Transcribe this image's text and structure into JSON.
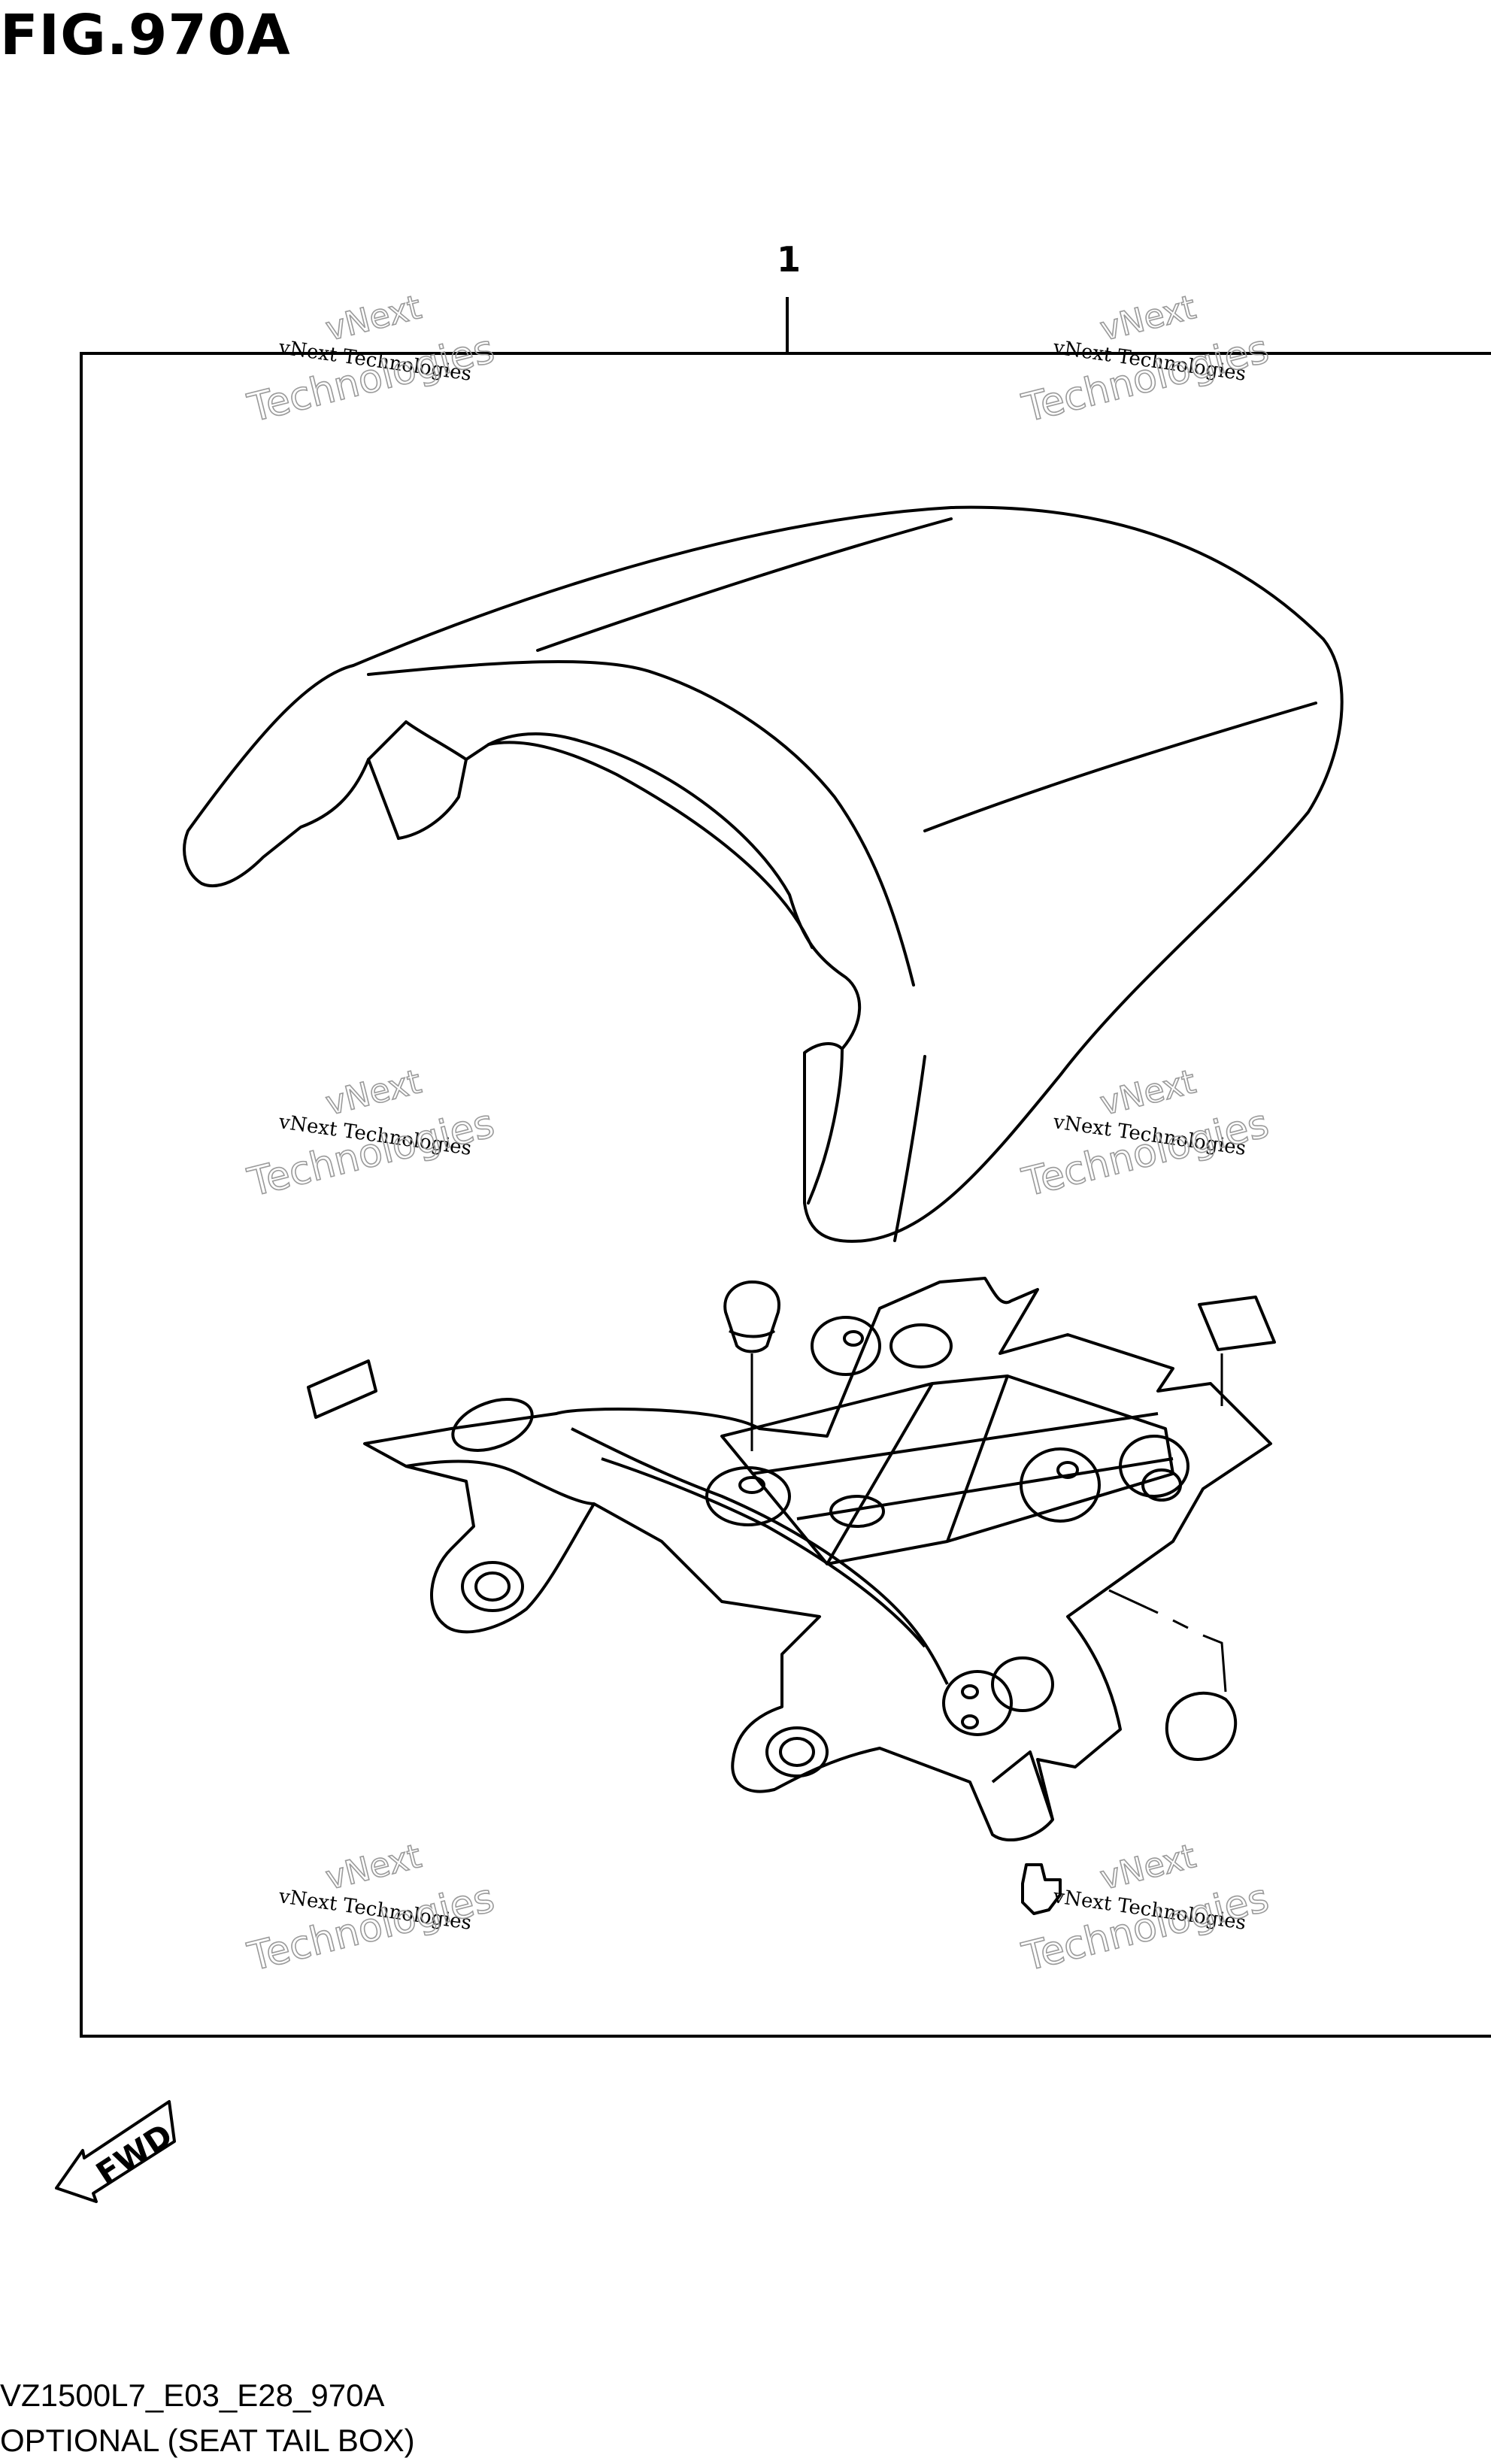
{
  "figure": {
    "title": "FIG.970A",
    "callout_number": "1",
    "code": "VZ1500L7_E03_E28_970A",
    "caption": "OPTIONAL (SEAT TAIL BOX)",
    "fwd_label": "FWD"
  },
  "watermark": {
    "line1": "vNext Technologies",
    "big_line1": "vNext",
    "big_line2": "Technologies"
  },
  "colors": {
    "ink": "#000000",
    "background": "#ffffff",
    "watermark_outline": "#9a9a9a"
  }
}
